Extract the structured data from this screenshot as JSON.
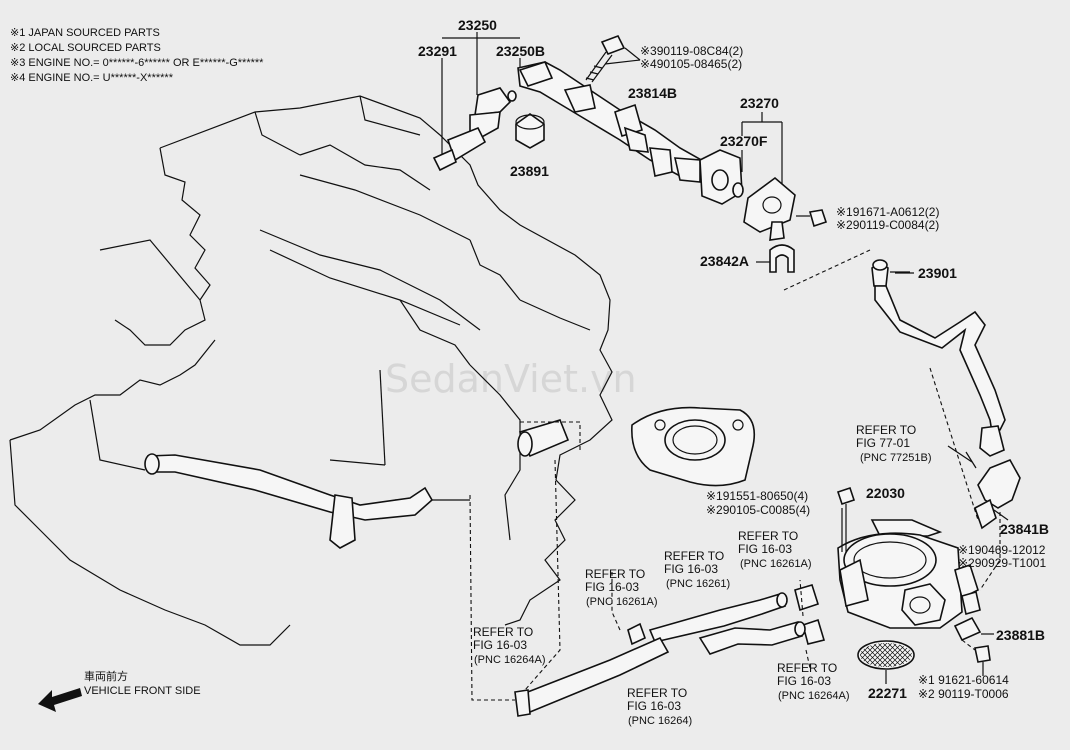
{
  "notes": [
    "※1 JAPAN SOURCED PARTS",
    "※2 LOCAL SOURCED PARTS",
    "※3 ENGINE NO.= 0******-6****** OR E******-G******",
    "※4 ENGINE NO.= U******-X******"
  ],
  "watermark": "SedanViet.vn",
  "direction": {
    "japanese": "車両前方",
    "english": "VEHICLE FRONT SIDE"
  },
  "part_numbers": {
    "p23250": "23250",
    "p23291": "23291",
    "p23250B": "23250B",
    "p23891": "23891",
    "p23814B": "23814B",
    "p23270": "23270",
    "p23270F": "23270F",
    "p23842A": "23842A",
    "p23901": "23901",
    "p22030": "22030",
    "p23841B": "23841B",
    "p23881B": "23881B",
    "p22271": "22271"
  },
  "fasteners": {
    "bolt_top_1": "※390119-08C84(2)",
    "bolt_top_2": "※490105-08465(2)",
    "bolt_right_1": "※191671-A0612(2)",
    "bolt_right_2": "※290119-C0084(2)",
    "tb_bolt_1": "※191551-80650(4)",
    "tb_bolt_2": "※290105-C0085(4)",
    "clamp_1": "※190469-12012",
    "clamp_2": "※290929-T1001",
    "screw_1": "※1 91621-60614",
    "screw_2": "※2 90119-T0006"
  },
  "refer_labels": {
    "fig77": {
      "l1": "REFER TO",
      "l2": "FIG 77-01",
      "l3": "(PNC 77251B)"
    },
    "fig16_a": {
      "l1": "REFER TO",
      "l2": "FIG 16-03",
      "l3": "(PNC 16261A)"
    },
    "fig16_b": {
      "l1": "REFER TO",
      "l2": "FIG 16-03",
      "l3": "(PNC 16261)"
    },
    "fig16_c": {
      "l1": "REFER TO",
      "l2": "FIG 16-03",
      "l3": "(PNC 16261A)"
    },
    "fig16_d": {
      "l1": "REFER TO",
      "l2": "FIG 16-03",
      "l3": "(PNC 16264A)"
    },
    "fig16_e": {
      "l1": "REFER TO",
      "l2": "FIG 16-03",
      "l3": "(PNC 16264)"
    },
    "fig16_f": {
      "l1": "REFER TO",
      "l2": "FIG 16-03",
      "l3": "(PNC 16264A)"
    }
  }
}
